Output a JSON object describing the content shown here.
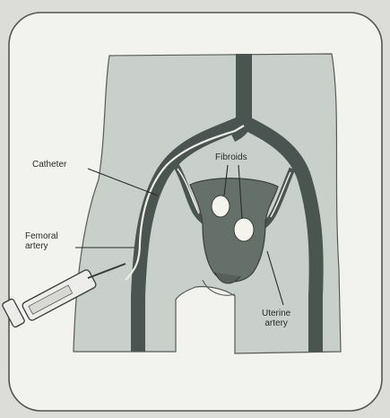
{
  "labels": {
    "catheter": "Catheter",
    "femoral_artery": "Femoral\nartery",
    "fibroids": "Fibroids",
    "uterine_artery": "Uterine\nartery"
  },
  "colors": {
    "page": "#dcdcd8",
    "card": "#f2f2ee",
    "skin": "#c9cfcb",
    "artery": "#4a5450",
    "uterus": "#66706b",
    "fibroid": "#f4f4ee",
    "ink": "#2a2a2a"
  }
}
